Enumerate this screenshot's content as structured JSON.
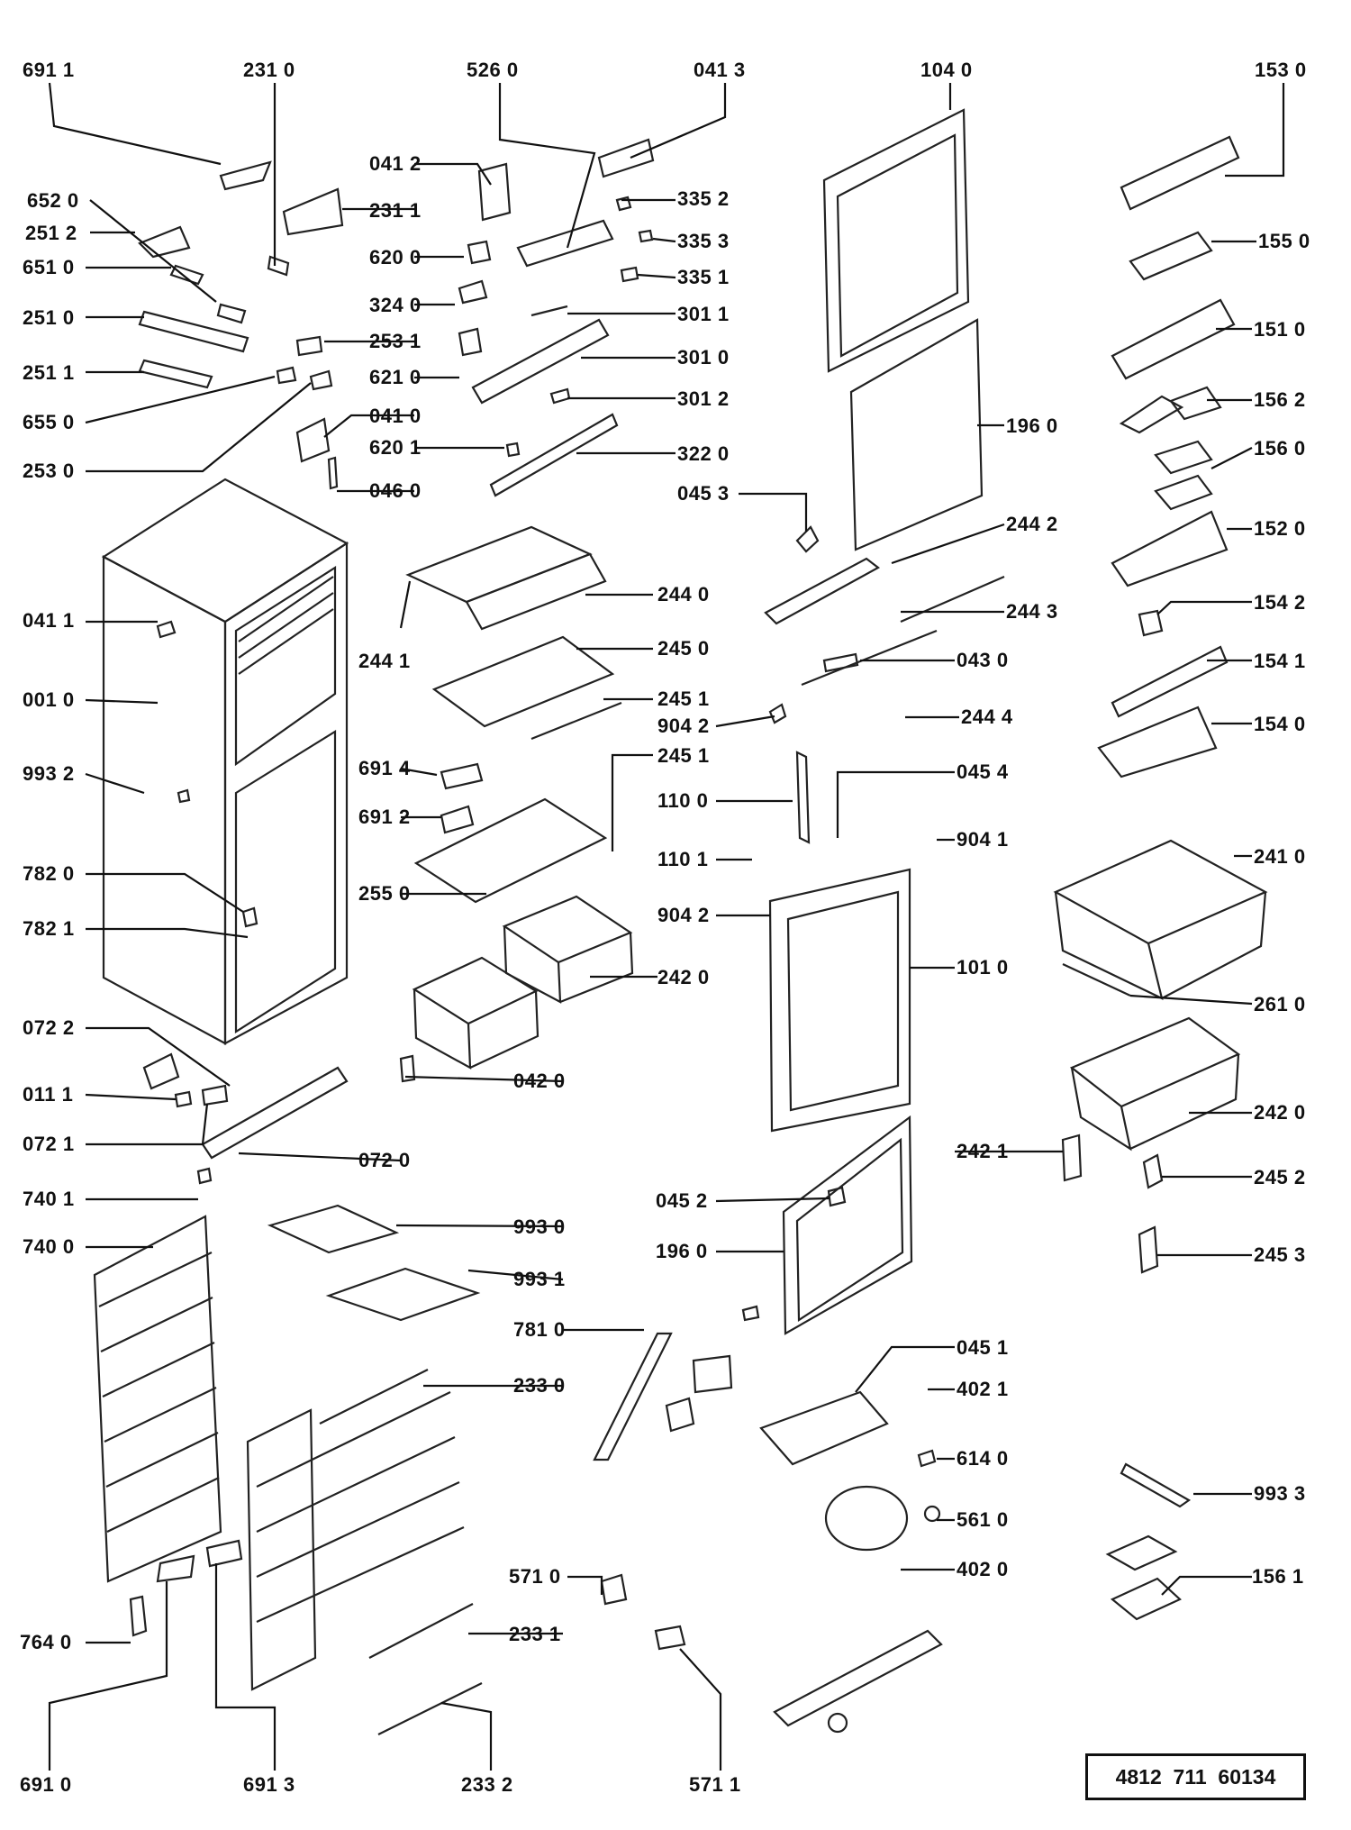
{
  "document_ref": "4812  711  60134",
  "part_labels": [
    "691 1",
    "231 0",
    "526 0",
    "041 3",
    "104 0",
    "153 0",
    "652 0",
    "041 2",
    "335 2",
    "231 1",
    "251 2",
    "335 3",
    "155 0",
    "651 0",
    "620 0",
    "335 1",
    "251 0",
    "324 0",
    "301 1",
    "151 0",
    "253 1",
    "301 0",
    "251 1",
    "621 0",
    "655 0",
    "301 2",
    "156 2",
    "041 0",
    "196 0",
    "620 1",
    "322 0",
    "156 0",
    "253 0",
    "046 0",
    "045 3",
    "244 2",
    "152 0",
    "244 0",
    "041 1",
    "244 3",
    "154 2",
    "245 0",
    "244 1",
    "043 0",
    "154 1",
    "001 0",
    "245 1",
    "904 2",
    "244 4",
    "154 0",
    "245 1",
    "993 2",
    "691 4",
    "045 4",
    "110 0",
    "691 2",
    "904 1",
    "110 1",
    "241 0",
    "782 0",
    "255 0",
    "904 2",
    "101 0",
    "782 1",
    "242 0",
    "261 0",
    "072 2",
    "042 0",
    "011 1",
    "242 0",
    "242 1",
    "072 1",
    "072 0",
    "245 2",
    "740 1",
    "045 2",
    "993 0",
    "740 0",
    "196 0",
    "245 3",
    "993 1",
    "781 0",
    "045 1",
    "233 0",
    "402 1",
    "614 0",
    "993 3",
    "561 0",
    "402 0",
    "571 0",
    "156 1",
    "233 1",
    "764 0",
    "691 0",
    "691 3",
    "233 2",
    "571 1"
  ]
}
